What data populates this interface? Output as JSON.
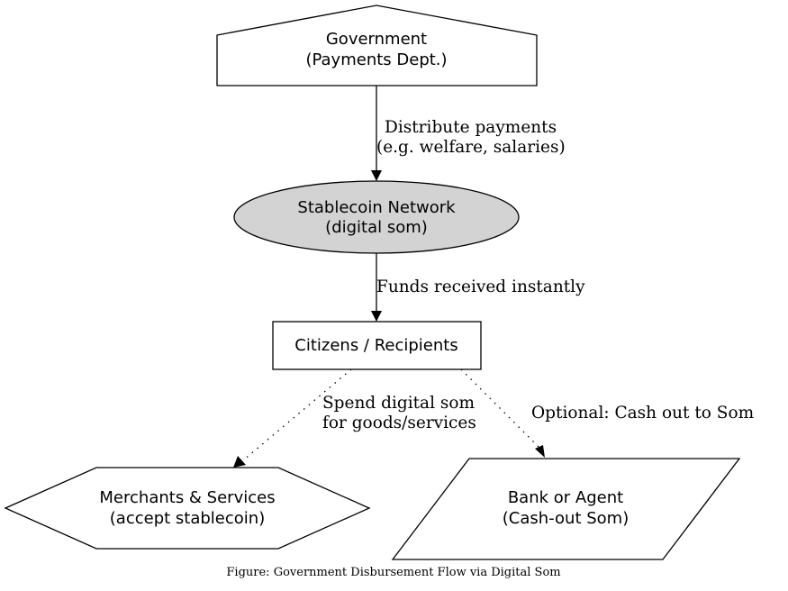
{
  "diagram": {
    "caption": "Figure: Government Disbursement Flow via Digital Som",
    "colors": {
      "stroke": "#000000",
      "node_fill": "#ffffff",
      "network_fill": "#d3d3d3",
      "background": "#ffffff"
    },
    "nodes": {
      "government": {
        "shape": "house",
        "lines": [
          "Government",
          "(Payments Dept.)"
        ]
      },
      "network": {
        "shape": "ellipse",
        "lines": [
          "Stablecoin Network",
          "(digital som)"
        ]
      },
      "citizens": {
        "shape": "box",
        "lines": [
          "Citizens / Recipients"
        ]
      },
      "merchants": {
        "shape": "hexagon",
        "lines": [
          "Merchants & Services",
          "(accept stablecoin)"
        ]
      },
      "bank": {
        "shape": "parallelogram",
        "lines": [
          "Bank or Agent",
          "(Cash-out Som)"
        ]
      }
    },
    "edges": [
      {
        "from": "government",
        "to": "network",
        "style": "solid",
        "label_lines": [
          "Distribute payments",
          "(e.g. welfare, salaries)"
        ]
      },
      {
        "from": "network",
        "to": "citizens",
        "style": "solid",
        "label_lines": [
          "Funds received instantly"
        ]
      },
      {
        "from": "citizens",
        "to": "merchants",
        "style": "dotted",
        "label_lines": [
          "Spend digital som",
          "for goods/services"
        ]
      },
      {
        "from": "citizens",
        "to": "bank",
        "style": "dotted",
        "label_lines": [
          "Optional: Cash out to Som"
        ]
      }
    ]
  }
}
